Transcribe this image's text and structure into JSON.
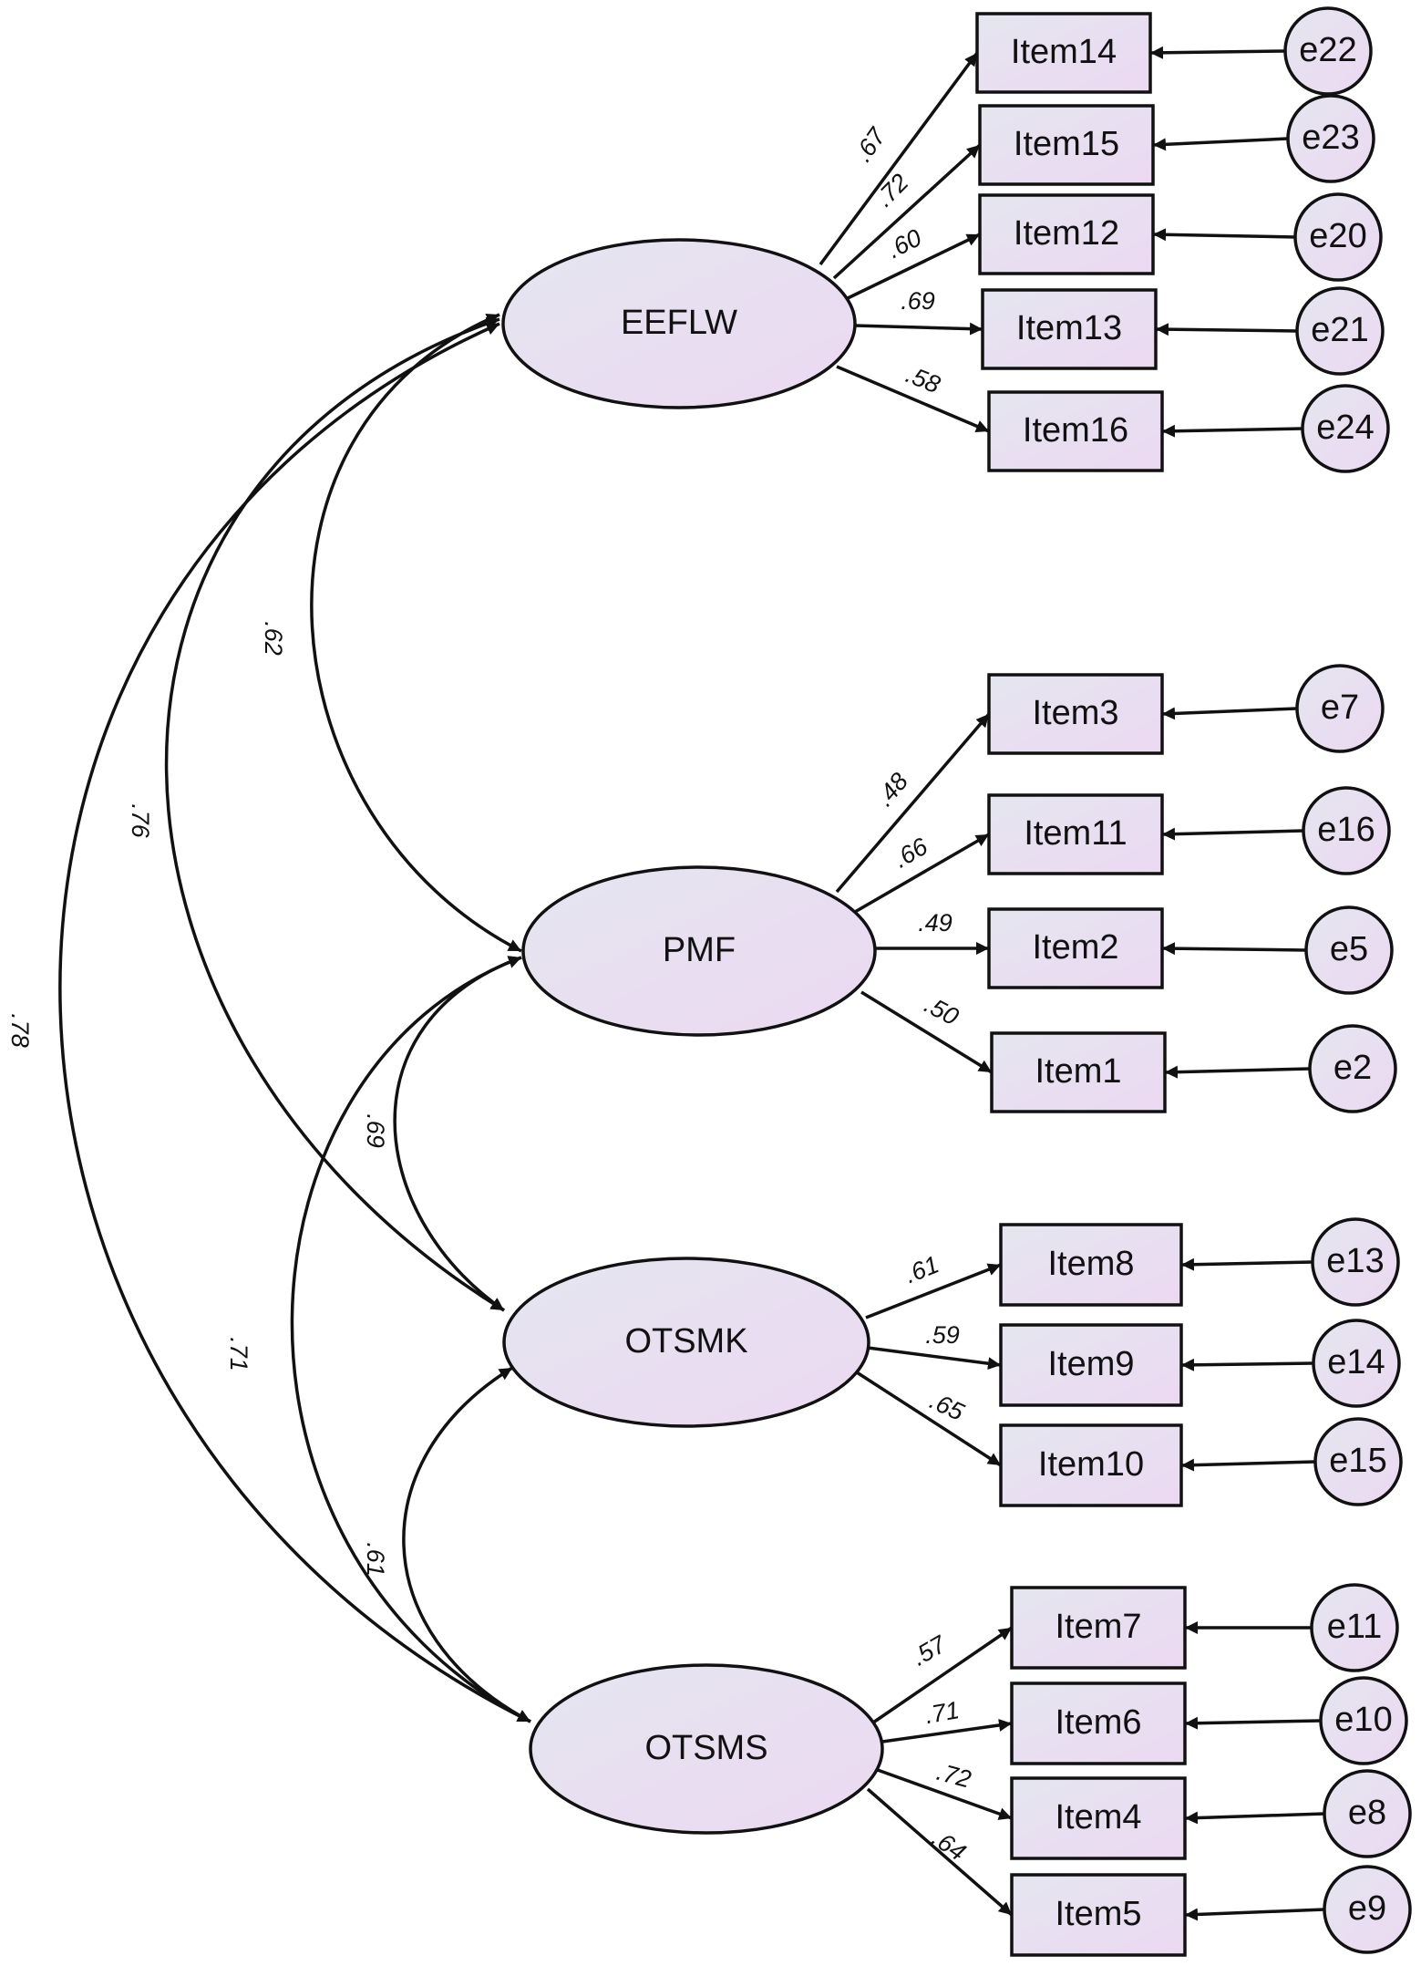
{
  "colors": {
    "fill_start": "#e4e6ef",
    "fill_end": "#ecd8f2",
    "stroke": "#111111",
    "background": "#ffffff"
  },
  "latents": [
    {
      "id": "EEFLW",
      "label": "EEFLW"
    },
    {
      "id": "PMF",
      "label": "PMF"
    },
    {
      "id": "OTSMK",
      "label": "OTSMK"
    },
    {
      "id": "OTSMS",
      "label": "OTSMS"
    }
  ],
  "indicators": [
    {
      "latent": "EEFLW",
      "item": "Item14",
      "error": "e22",
      "loading": ".67"
    },
    {
      "latent": "EEFLW",
      "item": "Item15",
      "error": "e23",
      "loading": ".72"
    },
    {
      "latent": "EEFLW",
      "item": "Item12",
      "error": "e20",
      "loading": ".60"
    },
    {
      "latent": "EEFLW",
      "item": "Item13",
      "error": "e21",
      "loading": ".69"
    },
    {
      "latent": "EEFLW",
      "item": "Item16",
      "error": "e24",
      "loading": ".58"
    },
    {
      "latent": "PMF",
      "item": "Item3",
      "error": "e7",
      "loading": ".48"
    },
    {
      "latent": "PMF",
      "item": "Item11",
      "error": "e16",
      "loading": ".66"
    },
    {
      "latent": "PMF",
      "item": "Item2",
      "error": "e5",
      "loading": ".49"
    },
    {
      "latent": "PMF",
      "item": "Item1",
      "error": "e2",
      "loading": ".50"
    },
    {
      "latent": "OTSMK",
      "item": "Item8",
      "error": "e13",
      "loading": ".61"
    },
    {
      "latent": "OTSMK",
      "item": "Item9",
      "error": "e14",
      "loading": ".59"
    },
    {
      "latent": "OTSMK",
      "item": "Item10",
      "error": "e15",
      "loading": ".65"
    },
    {
      "latent": "OTSMS",
      "item": "Item7",
      "error": "e11",
      "loading": ".57"
    },
    {
      "latent": "OTSMS",
      "item": "Item6",
      "error": "e10",
      "loading": ".71"
    },
    {
      "latent": "OTSMS",
      "item": "Item4",
      "error": "e8",
      "loading": ".72"
    },
    {
      "latent": "OTSMS",
      "item": "Item5",
      "error": "e9",
      "loading": ".64"
    }
  ],
  "correlations": [
    {
      "from": "EEFLW",
      "to": "PMF",
      "value": ".62"
    },
    {
      "from": "EEFLW",
      "to": "OTSMK",
      "value": ".76"
    },
    {
      "from": "EEFLW",
      "to": "OTSMS",
      "value": ".78"
    },
    {
      "from": "PMF",
      "to": "OTSMK",
      "value": ".69"
    },
    {
      "from": "PMF",
      "to": "OTSMS",
      "value": ".71"
    },
    {
      "from": "OTSMK",
      "to": "OTSMS",
      "value": ".61"
    }
  ]
}
